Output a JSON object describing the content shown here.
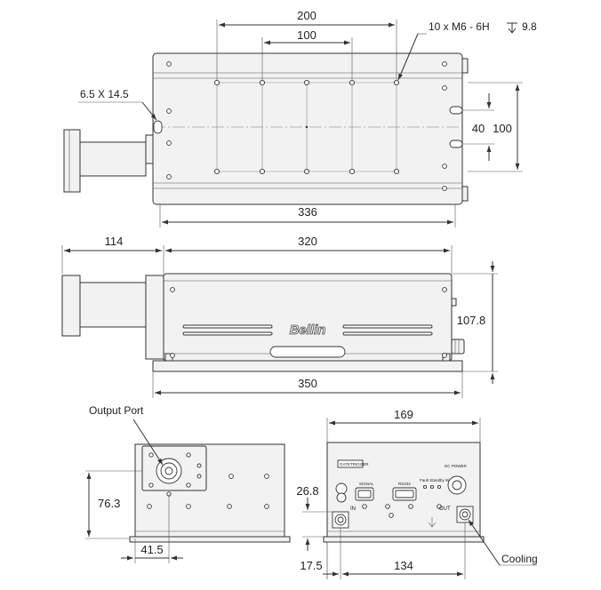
{
  "top_view": {
    "dim_200": "200",
    "dim_100": "100",
    "thread_note": "10 x  M6 - 6H",
    "thread_depth": "9.8",
    "slot_note": "6.5 X 14.5",
    "dim_40": "40",
    "dim_100_side": "100",
    "dim_336": "336"
  },
  "front_view": {
    "dim_114": "114",
    "dim_320": "320",
    "dim_107_8": "107.8",
    "dim_350": "350",
    "brand": "Bellin"
  },
  "left_view": {
    "output_port_label": "Output Port",
    "dim_76_3": "76.3",
    "dim_41_5": "41.5"
  },
  "rear_view": {
    "dim_169": "169",
    "dim_26_8": "26.8",
    "dim_17_5": "17.5",
    "dim_134": "134",
    "cooling_label": "Cooling",
    "in_label": "IN",
    "out_label": "OUT",
    "gate_label": "GATE",
    "trigger_label": "TRIGGER",
    "signal_label": "SIGNAL",
    "rs232_label": "RS232",
    "status_label": "Fault Standby Work",
    "dc_power_label": "DC POWER"
  }
}
